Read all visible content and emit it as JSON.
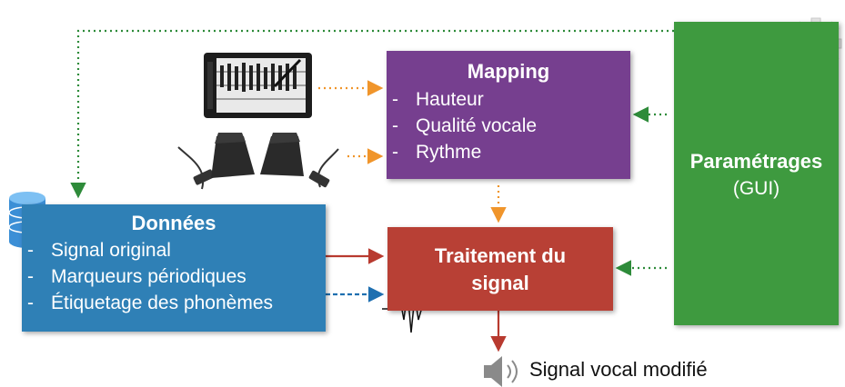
{
  "donnees": {
    "title": "Données",
    "items": [
      "Signal original",
      "Marqueurs périodiques",
      "Étiquetage des phonèmes"
    ]
  },
  "mapping": {
    "title": "Mapping",
    "items": [
      "Hauteur",
      "Qualité vocale",
      "Rythme"
    ]
  },
  "traitement": {
    "title_line1": "Traitement du",
    "title_line2": "signal"
  },
  "parametrages": {
    "title": "Paramétrages",
    "subtitle": "(GUI)"
  },
  "output": {
    "label": "Signal vocal modifié"
  },
  "colors": {
    "donnees": "#2f80b6",
    "mapping": "#763f8f",
    "traitement": "#b84035",
    "parametrages": "#3e9a3f",
    "arrow_orange": "#f0952b",
    "arrow_green": "#2e8b3a",
    "arrow_red": "#b83a2f",
    "arrow_blue": "#1e6fb0"
  },
  "icons": [
    "database-icon",
    "tablet-icon",
    "pedal-icon",
    "gear-icon",
    "waveform-icon",
    "speaker-icon"
  ]
}
